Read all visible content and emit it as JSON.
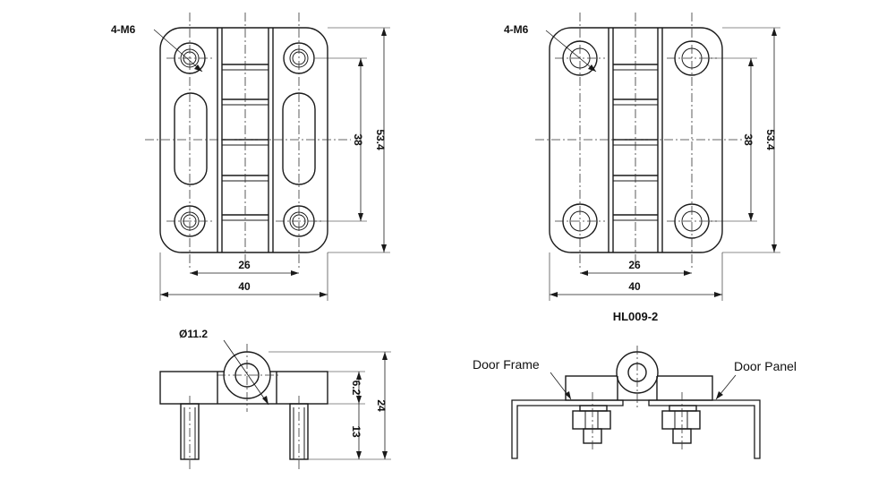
{
  "top_left_view": {
    "hole_callout": "4-M6",
    "dim_hole_spacing_horizontal": "26",
    "dim_overall_width": "40",
    "dim_hole_spacing_vertical": "38",
    "dim_overall_height": "53.4"
  },
  "top_right_view": {
    "hole_callout": "4-M6",
    "dim_hole_spacing_horizontal": "26",
    "dim_overall_width": "40",
    "dim_hole_spacing_vertical": "38",
    "dim_overall_height": "53.4",
    "model_label": "HL009-2"
  },
  "side_view": {
    "knuckle_diameter": "Ø11.2",
    "dim_plate_thickness": "6.2",
    "dim_stud_length": "13",
    "dim_total_height": "24"
  },
  "install_view": {
    "label_left": "Door Frame",
    "label_right": "Door Panel"
  }
}
